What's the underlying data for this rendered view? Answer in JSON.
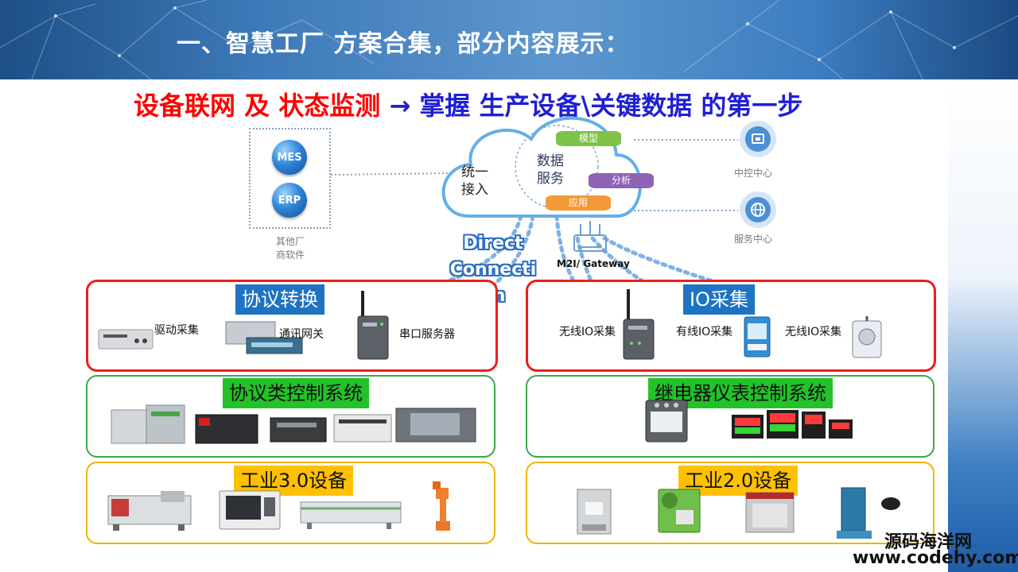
{
  "header": {
    "title": "一、智慧工厂 方案合集，部分内容展示："
  },
  "headline": {
    "part1": "设备联网 及 状态监测",
    "arrow": " → ",
    "part2": "掌握 生产设备\\关键数据 的第一步"
  },
  "software": {
    "mes": "MES",
    "erp": "ERP",
    "caption_line1": "其他厂",
    "caption_line2": "商软件"
  },
  "cloud": {
    "access_line1": "统一",
    "access_line2": "接入",
    "service_line1": "数据",
    "service_line2": "服务",
    "model": "模型",
    "analysis": "分析",
    "application": "应用"
  },
  "right_nodes": {
    "control_center": "中控中心",
    "service_center": "服务中心"
  },
  "direct": {
    "line1": "Direct",
    "line2": "Connecti",
    "line3": "on"
  },
  "gateway": {
    "label": "M2I/ Gateway"
  },
  "protocol_panel": {
    "title": "协议转换",
    "driver": "驱动采集",
    "comm_gateway": "通讯网关",
    "serial_server": "串口服务器"
  },
  "io_panel": {
    "title": "IO采集",
    "wireless_1": "无线IO采集",
    "wired": "有线IO采集",
    "wireless_2": "无线IO采集"
  },
  "protocol_control": {
    "title": "协议类控制系统"
  },
  "relay_control": {
    "title": "继电器仪表控制系统"
  },
  "industry3": {
    "title": "工业3.0设备"
  },
  "industry2": {
    "title": "工业2.0设备"
  },
  "watermark": {
    "cn": "源码海洋网",
    "url": "www.codehy.com"
  },
  "colors": {
    "header_blue": "#3d79b8",
    "headline_red": "#ff0000",
    "headline_blue": "#1f1fd6",
    "panel_red": "#ee1c1c",
    "panel_green": "#3aa84a",
    "panel_yellow": "#f0b400",
    "tag_blue": "#1e74c2",
    "tag_green": "#22c228",
    "tag_yellow": "#ffc000"
  }
}
